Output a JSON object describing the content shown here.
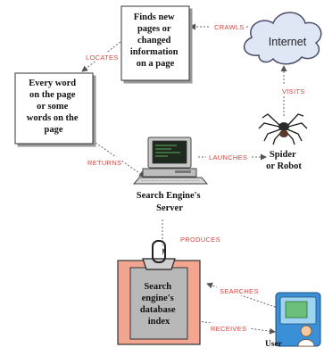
{
  "boxes": {
    "finds_new_pages": [
      "Finds new",
      "pages or",
      "changed",
      "information",
      "on a page"
    ],
    "every_word": [
      "Every word",
      "on the page",
      "or some",
      "words on the",
      "page"
    ]
  },
  "nodes": {
    "internet": "Internet",
    "spider": [
      "Spider",
      "or Robot"
    ],
    "server": [
      "Search Engine's",
      "Server"
    ],
    "database": [
      "Search",
      "engine's",
      "database",
      "index"
    ],
    "user": "User"
  },
  "edges": {
    "crawls": "CRAWLS",
    "locates": "LOCATES",
    "visits": "VISITS",
    "returns": "RETURNS",
    "launches": "LAUNCHES",
    "produces": "PRODUCES",
    "searches": "SEARCHES",
    "receives": "RECEIVES"
  },
  "colors": {
    "arrow": "#555555",
    "edge_label": "#d9433d",
    "cloud_fill": "#dfe7f5",
    "cloud_stroke": "#4a4a6a",
    "clipboard_fill": "#f2a58f",
    "paper_fill": "#b8b8b8"
  }
}
